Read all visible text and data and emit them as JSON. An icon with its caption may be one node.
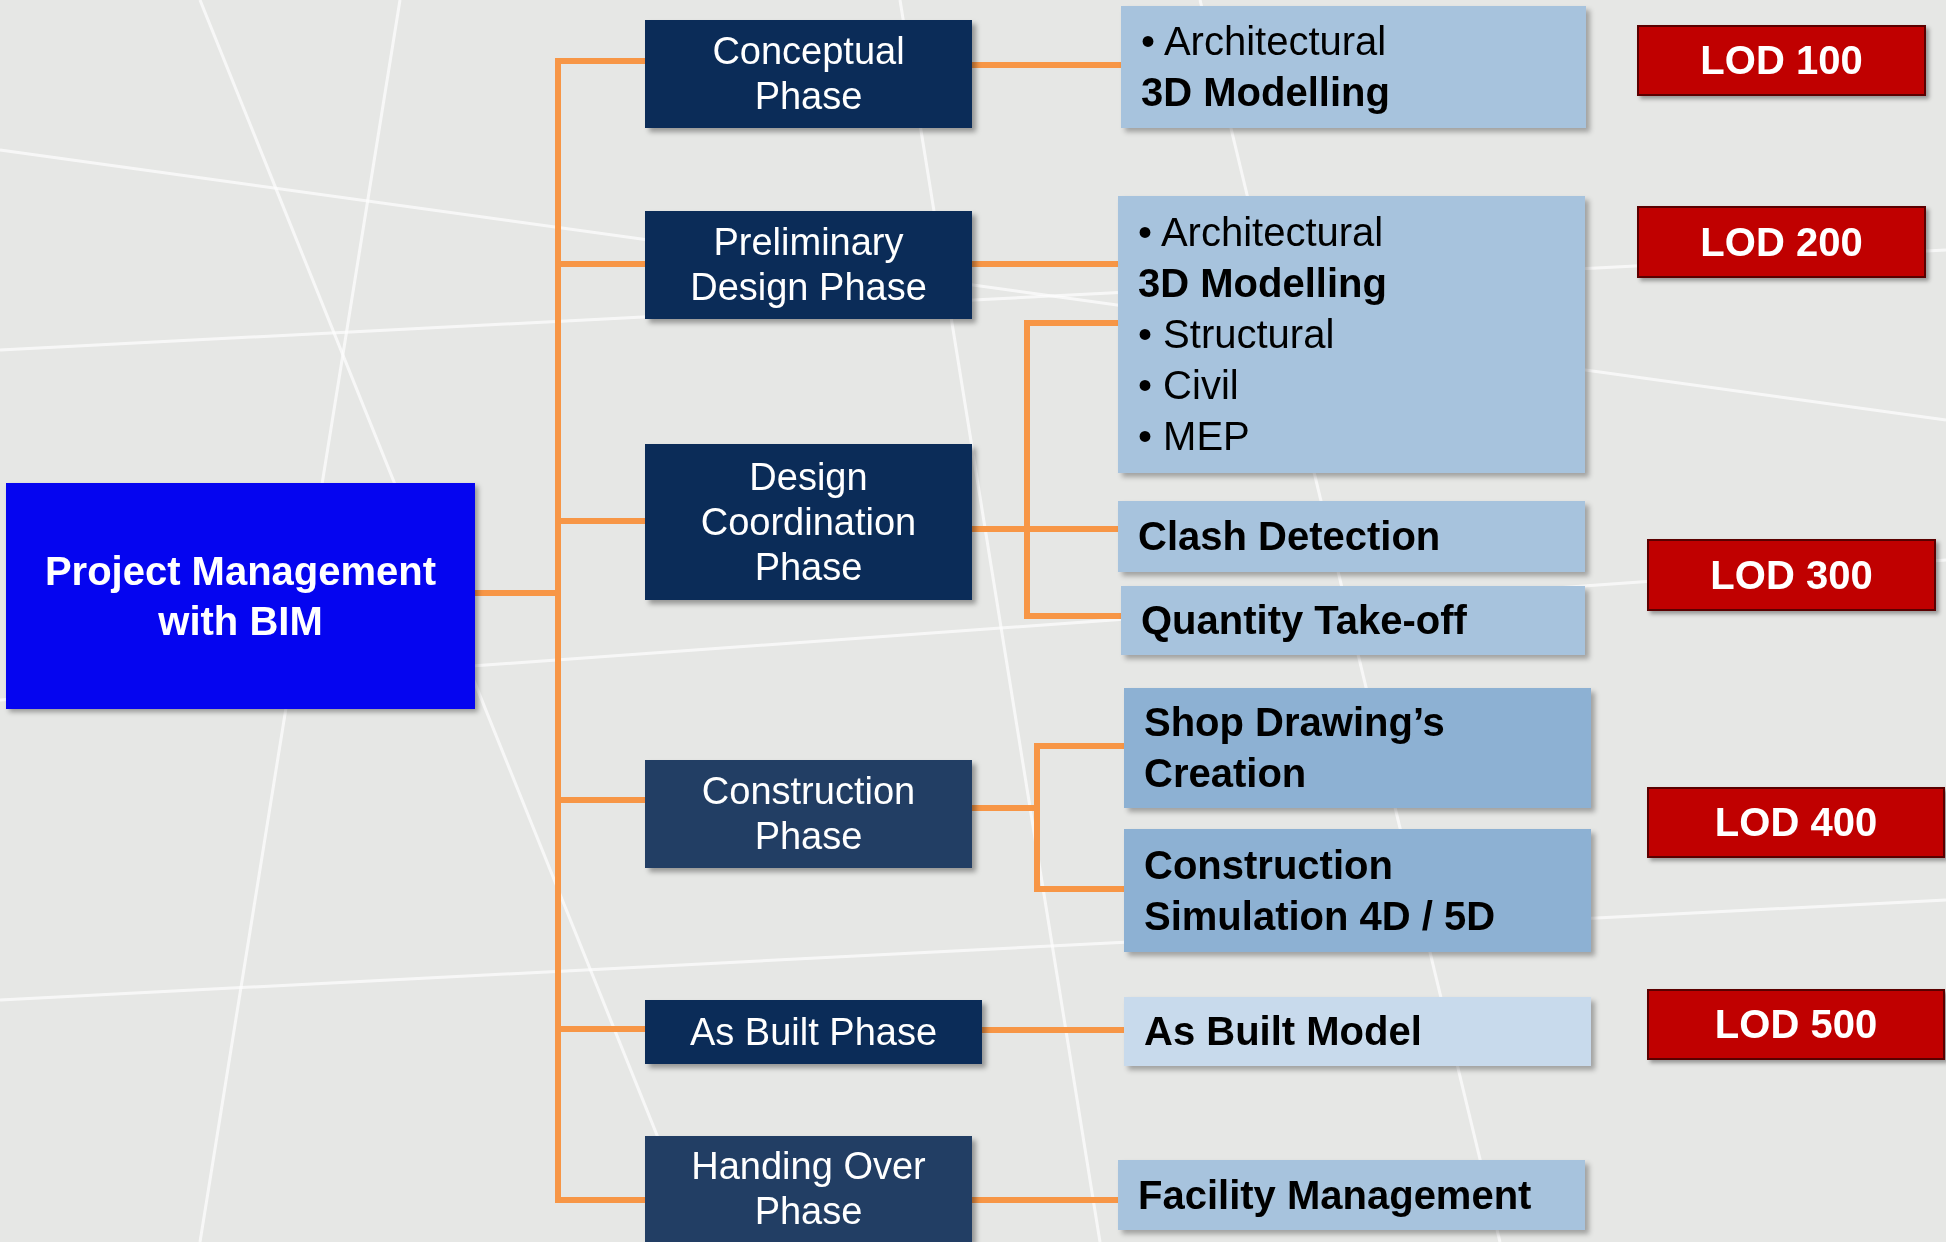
{
  "diagram": {
    "nodes": [
      {
        "text": [
          "Project Management with BIM"
        ]
      },
      {
        "text": [
          "Conceptual Phase"
        ]
      },
      {
        "text": [
          "Preliminary Design Phase"
        ]
      },
      {
        "text": [
          "Design Coordination Phase"
        ]
      },
      {
        "text": [
          "Construction Phase"
        ]
      },
      {
        "text": [
          "As Built Phase"
        ]
      },
      {
        "text": [
          "Handing Over Phase"
        ]
      },
      {
        "text": [
          "• Architectural",
          "3D Modelling"
        ]
      },
      {
        "text": [
          "• Architectural",
          "3D Modelling",
          "• Structural",
          "• Civil",
          "• MEP"
        ]
      },
      {
        "text": [
          "Clash Detection"
        ]
      },
      {
        "text": [
          "Quantity Take-off"
        ]
      },
      {
        "text": [
          "Shop Drawing’s Creation"
        ]
      },
      {
        "text": [
          "Construction Simulation 4D / 5D"
        ]
      },
      {
        "text": [
          "As Built Model"
        ]
      },
      {
        "text": [
          "Facility Management"
        ]
      },
      {
        "text": [
          "LOD 100"
        ]
      },
      {
        "text": [
          "LOD 200"
        ]
      },
      {
        "text": [
          "LOD 300"
        ]
      },
      {
        "text": [
          "LOD 400"
        ]
      },
      {
        "text": [
          "LOD 500"
        ]
      }
    ],
    "edges": [
      {
        "from": 0,
        "to": 1,
        "arrow": "none"
      },
      {
        "from": 0,
        "to": 2,
        "arrow": "none"
      },
      {
        "from": 0,
        "to": 3,
        "arrow": "none"
      },
      {
        "from": 0,
        "to": 4,
        "arrow": "none"
      },
      {
        "from": 0,
        "to": 5,
        "arrow": "none"
      },
      {
        "from": 0,
        "to": 6,
        "arrow": "none"
      },
      {
        "from": 1,
        "to": 7,
        "arrow": "none"
      },
      {
        "from": 2,
        "to": 8,
        "arrow": "none"
      },
      {
        "from": 3,
        "to": 8,
        "arrow": "none"
      },
      {
        "from": 3,
        "to": 9,
        "arrow": "none"
      },
      {
        "from": 3,
        "to": 10,
        "arrow": "none"
      },
      {
        "from": 4,
        "to": 11,
        "arrow": "none"
      },
      {
        "from": 4,
        "to": 12,
        "arrow": "none"
      },
      {
        "from": 5,
        "to": 13,
        "arrow": "none"
      },
      {
        "from": 6,
        "to": 14,
        "arrow": "none"
      }
    ]
  }
}
